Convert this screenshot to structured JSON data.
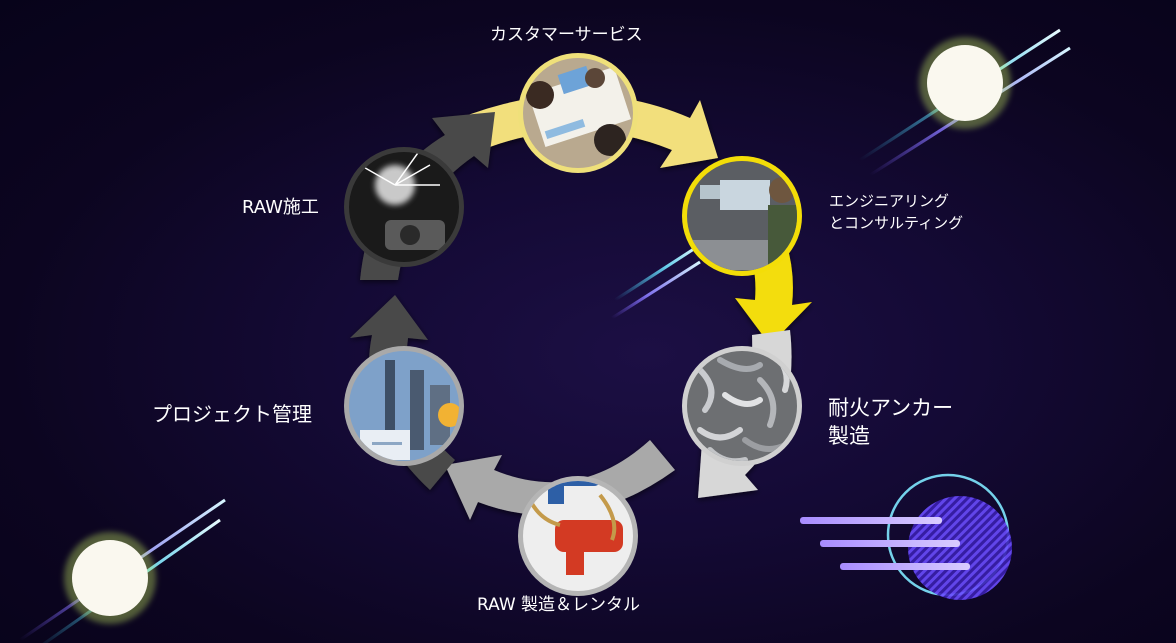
{
  "cycle": {
    "stages": [
      {
        "label": "カスタマーサービス",
        "icon": "meeting-photo"
      },
      {
        "label_lines": [
          "エンジニアリング",
          "とコンサルティング"
        ],
        "icon": "engineer-workstation-photo"
      },
      {
        "label_lines": [
          "耐火アンカー",
          "製造"
        ],
        "icon": "steel-fiber-anchors-photo"
      },
      {
        "label": "RAW 製造＆レンタル",
        "icon": "stud-welding-gun-photo"
      },
      {
        "label": "プロジェクト管理",
        "icon": "industrial-plant-photo"
      },
      {
        "label": "RAW施工",
        "icon": "welding-sparks-photo"
      }
    ]
  },
  "colors": {
    "background": "#0d0621",
    "arrow_yellow_light": "#f2df7c",
    "arrow_yellow": "#f3dd08",
    "arrow_light_gray": "#d7d7d7",
    "arrow_mid_gray": "#a9a9a9",
    "arrow_dark_gray": "#4a4a4a",
    "glow_cyan": "#9be7ff",
    "glow_violet": "#7b5cff"
  }
}
